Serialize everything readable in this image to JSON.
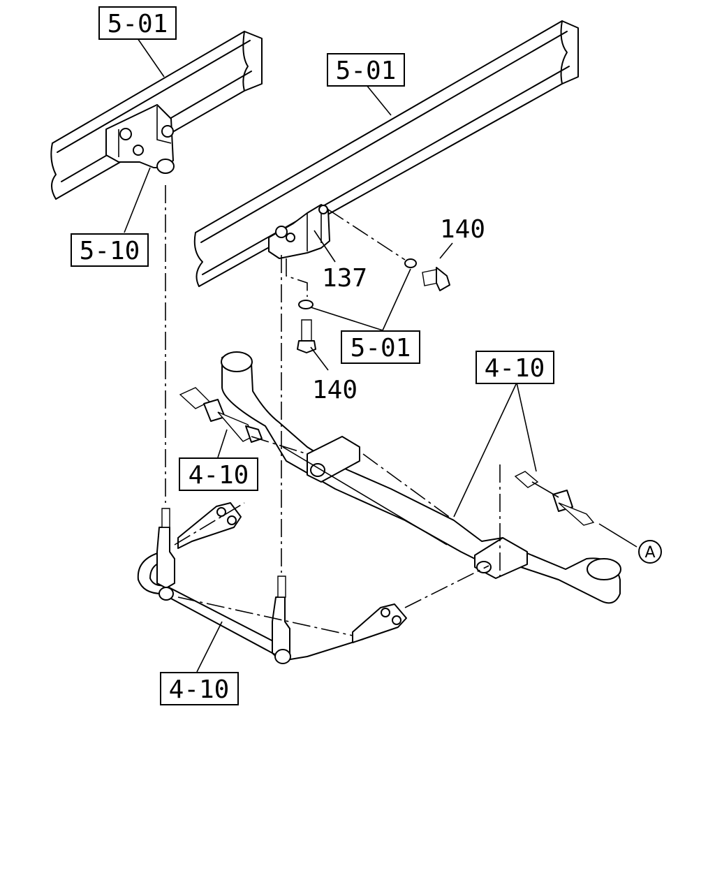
{
  "refs": {
    "frame_upper_left": "5-01",
    "frame_upper_right": "5-01",
    "bracket_left": "5-10",
    "washer_ref": "5-01",
    "axle_upper_right": "4-10",
    "axle_left_pin": "4-10",
    "axle_bottom": "4-10"
  },
  "part_numbers": {
    "bracket": "137",
    "bolt_horizontal": "140",
    "bolt_vertical": "140"
  },
  "callout": {
    "label": "A"
  }
}
